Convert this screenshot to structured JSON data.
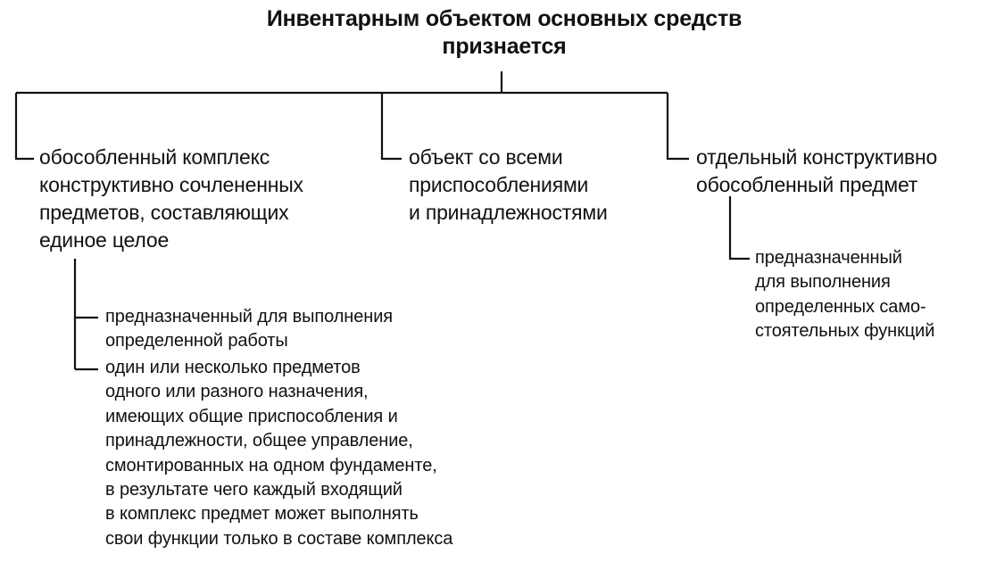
{
  "diagram": {
    "title": [
      "Инвентарным объектом основных средств",
      "признается"
    ],
    "branches": [
      {
        "lines": [
          "обособленный комплекс",
          "конструктивно сочлененных",
          "предметов, составляющих",
          "единое целое"
        ],
        "children": [
          {
            "lines": [
              "предназначенный для выполнения",
              "определенной работы"
            ]
          },
          {
            "lines": [
              "один или несколько предметов",
              "одного или разного назначения,",
              "имеющих общие приспособления и",
              "принадлежности, общее управление,",
              "смонтированных на одном фундаменте,",
              "в результате чего каждый входящий",
              "в комплекс предмет может выполнять",
              "свои функции только в составе комплекса"
            ]
          }
        ]
      },
      {
        "lines": [
          "объект со всеми",
          "приспособлениями",
          "и принадлежностями"
        ]
      },
      {
        "lines": [
          "отдельный  конструктивно",
          "обособленный  предмет"
        ],
        "children": [
          {
            "lines": [
              "предназначенный",
              "для выполнения",
              "определенных само-",
              "стоятельных функций"
            ]
          }
        ]
      }
    ]
  }
}
